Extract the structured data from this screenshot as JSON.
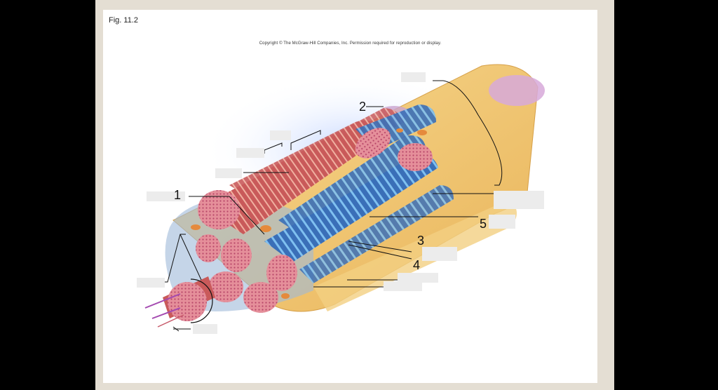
{
  "figure": {
    "label": "Fig. 11.2",
    "copyright": "Copyright © The McGraw-Hill Companies, Inc. Permission required for reproduction or display."
  },
  "labels": {
    "l1": "1",
    "l2": "2",
    "l3": "3",
    "l4": "4",
    "l5": "5"
  },
  "colors": {
    "background": "#000000",
    "frame": "#e4ded3",
    "slide": "#ffffff",
    "endomysium": "#f2c770",
    "myofibril": "#c95a5a",
    "sarcoplasmic_reticulum": "#3a8fd0",
    "mitochondria": "#e58a3c"
  }
}
